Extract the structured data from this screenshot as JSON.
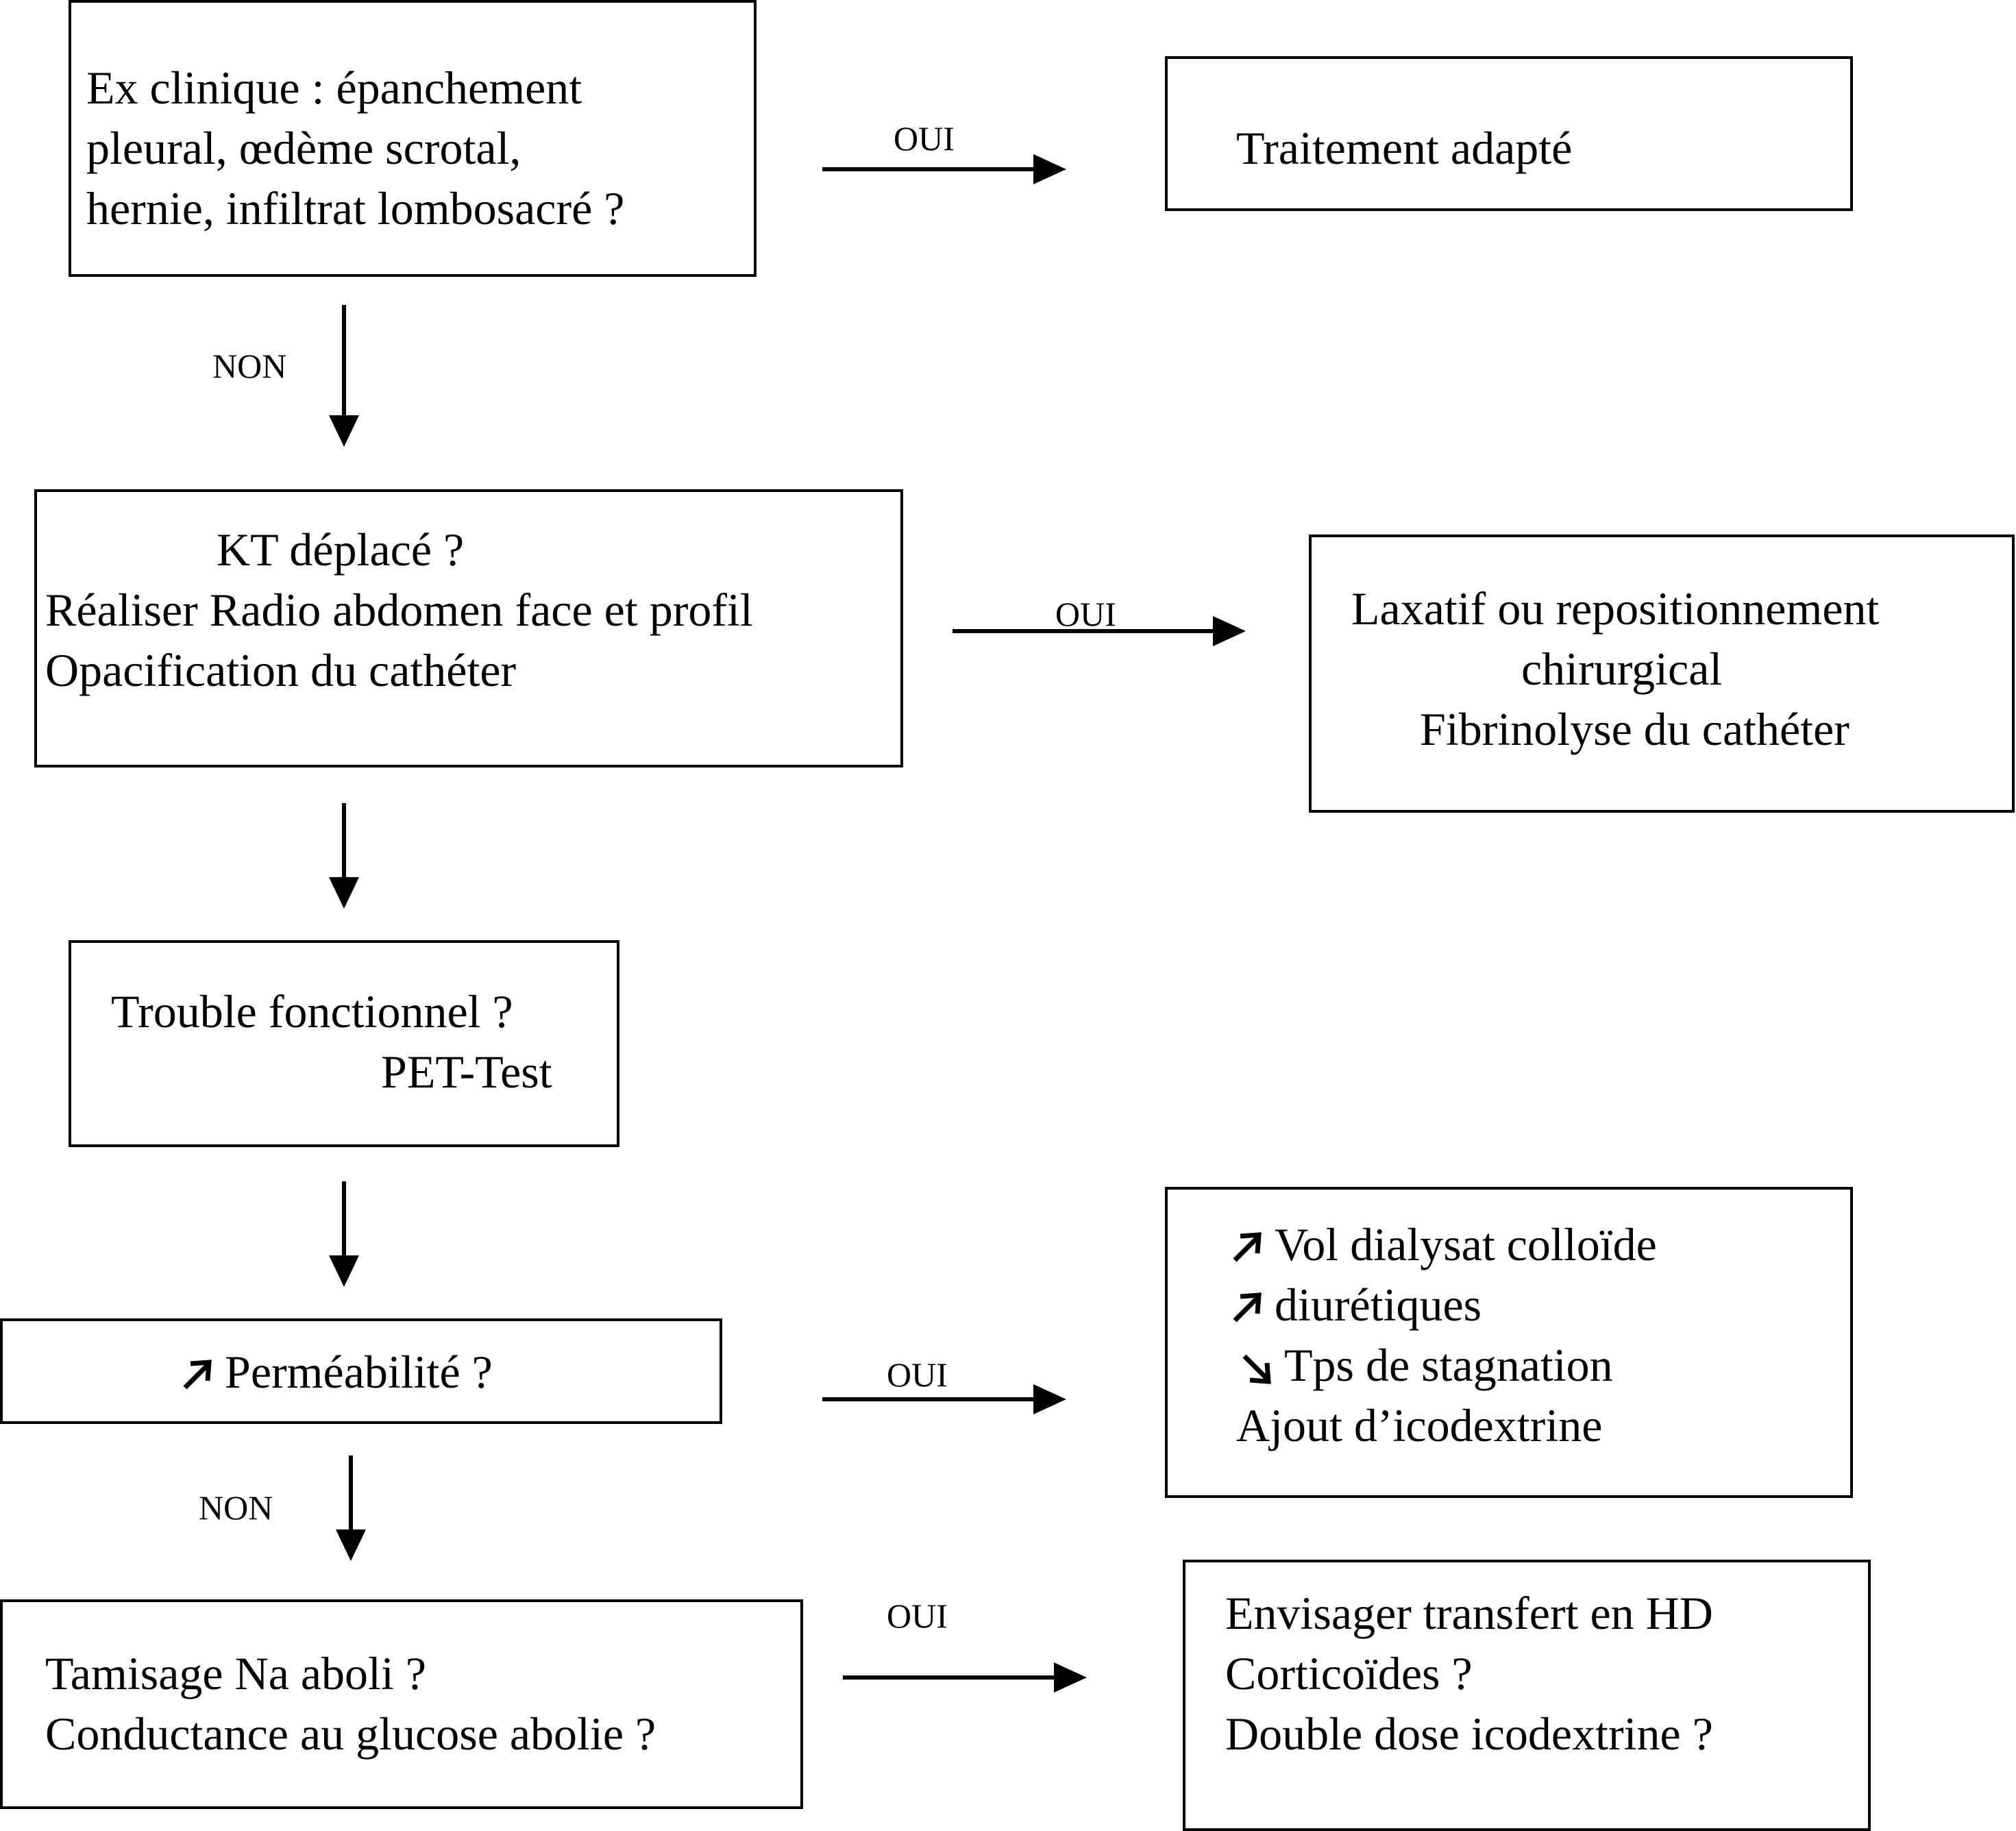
{
  "boxes": {
    "exam": [
      "Ex clinique : épanchement",
      "pleural, œdème scrotal,",
      "hernie, infiltrat lombosacré ?"
    ],
    "treatment": [
      "Traitement adapté"
    ],
    "catheter": [
      "KT déplacé ?",
      "Réaliser Radio abdomen face et profil",
      "Opacification du cathéter"
    ],
    "catheter_fix": [
      "Laxatif ou repositionnement",
      "chirurgical",
      "Fibrinolyse du cathéter"
    ],
    "functional": [
      "Trouble fonctionnel ?",
      "PET-Test"
    ],
    "permeability": [
      "Perméabilité ?"
    ],
    "permeability_fix": [
      "Vol dialysat colloïde",
      "diurétiques",
      "Tps de stagnation",
      "Ajout d’icodextrine"
    ],
    "sieving": [
      "Tamisage Na aboli ?",
      "Conductance au glucose abolie ?"
    ],
    "sieving_fix": [
      "Envisager transfert en HD",
      "Corticoïdes ?",
      "Double dose icodextrine ?"
    ]
  },
  "labels": {
    "oui_1": "OUI",
    "non_1": "NON",
    "oui_2": "OUI",
    "oui_3": "OUI",
    "non_2": "NON",
    "oui_4": "OUI"
  },
  "icons": {
    "up": "increase-arrow-icon",
    "down": "decrease-arrow-icon"
  }
}
